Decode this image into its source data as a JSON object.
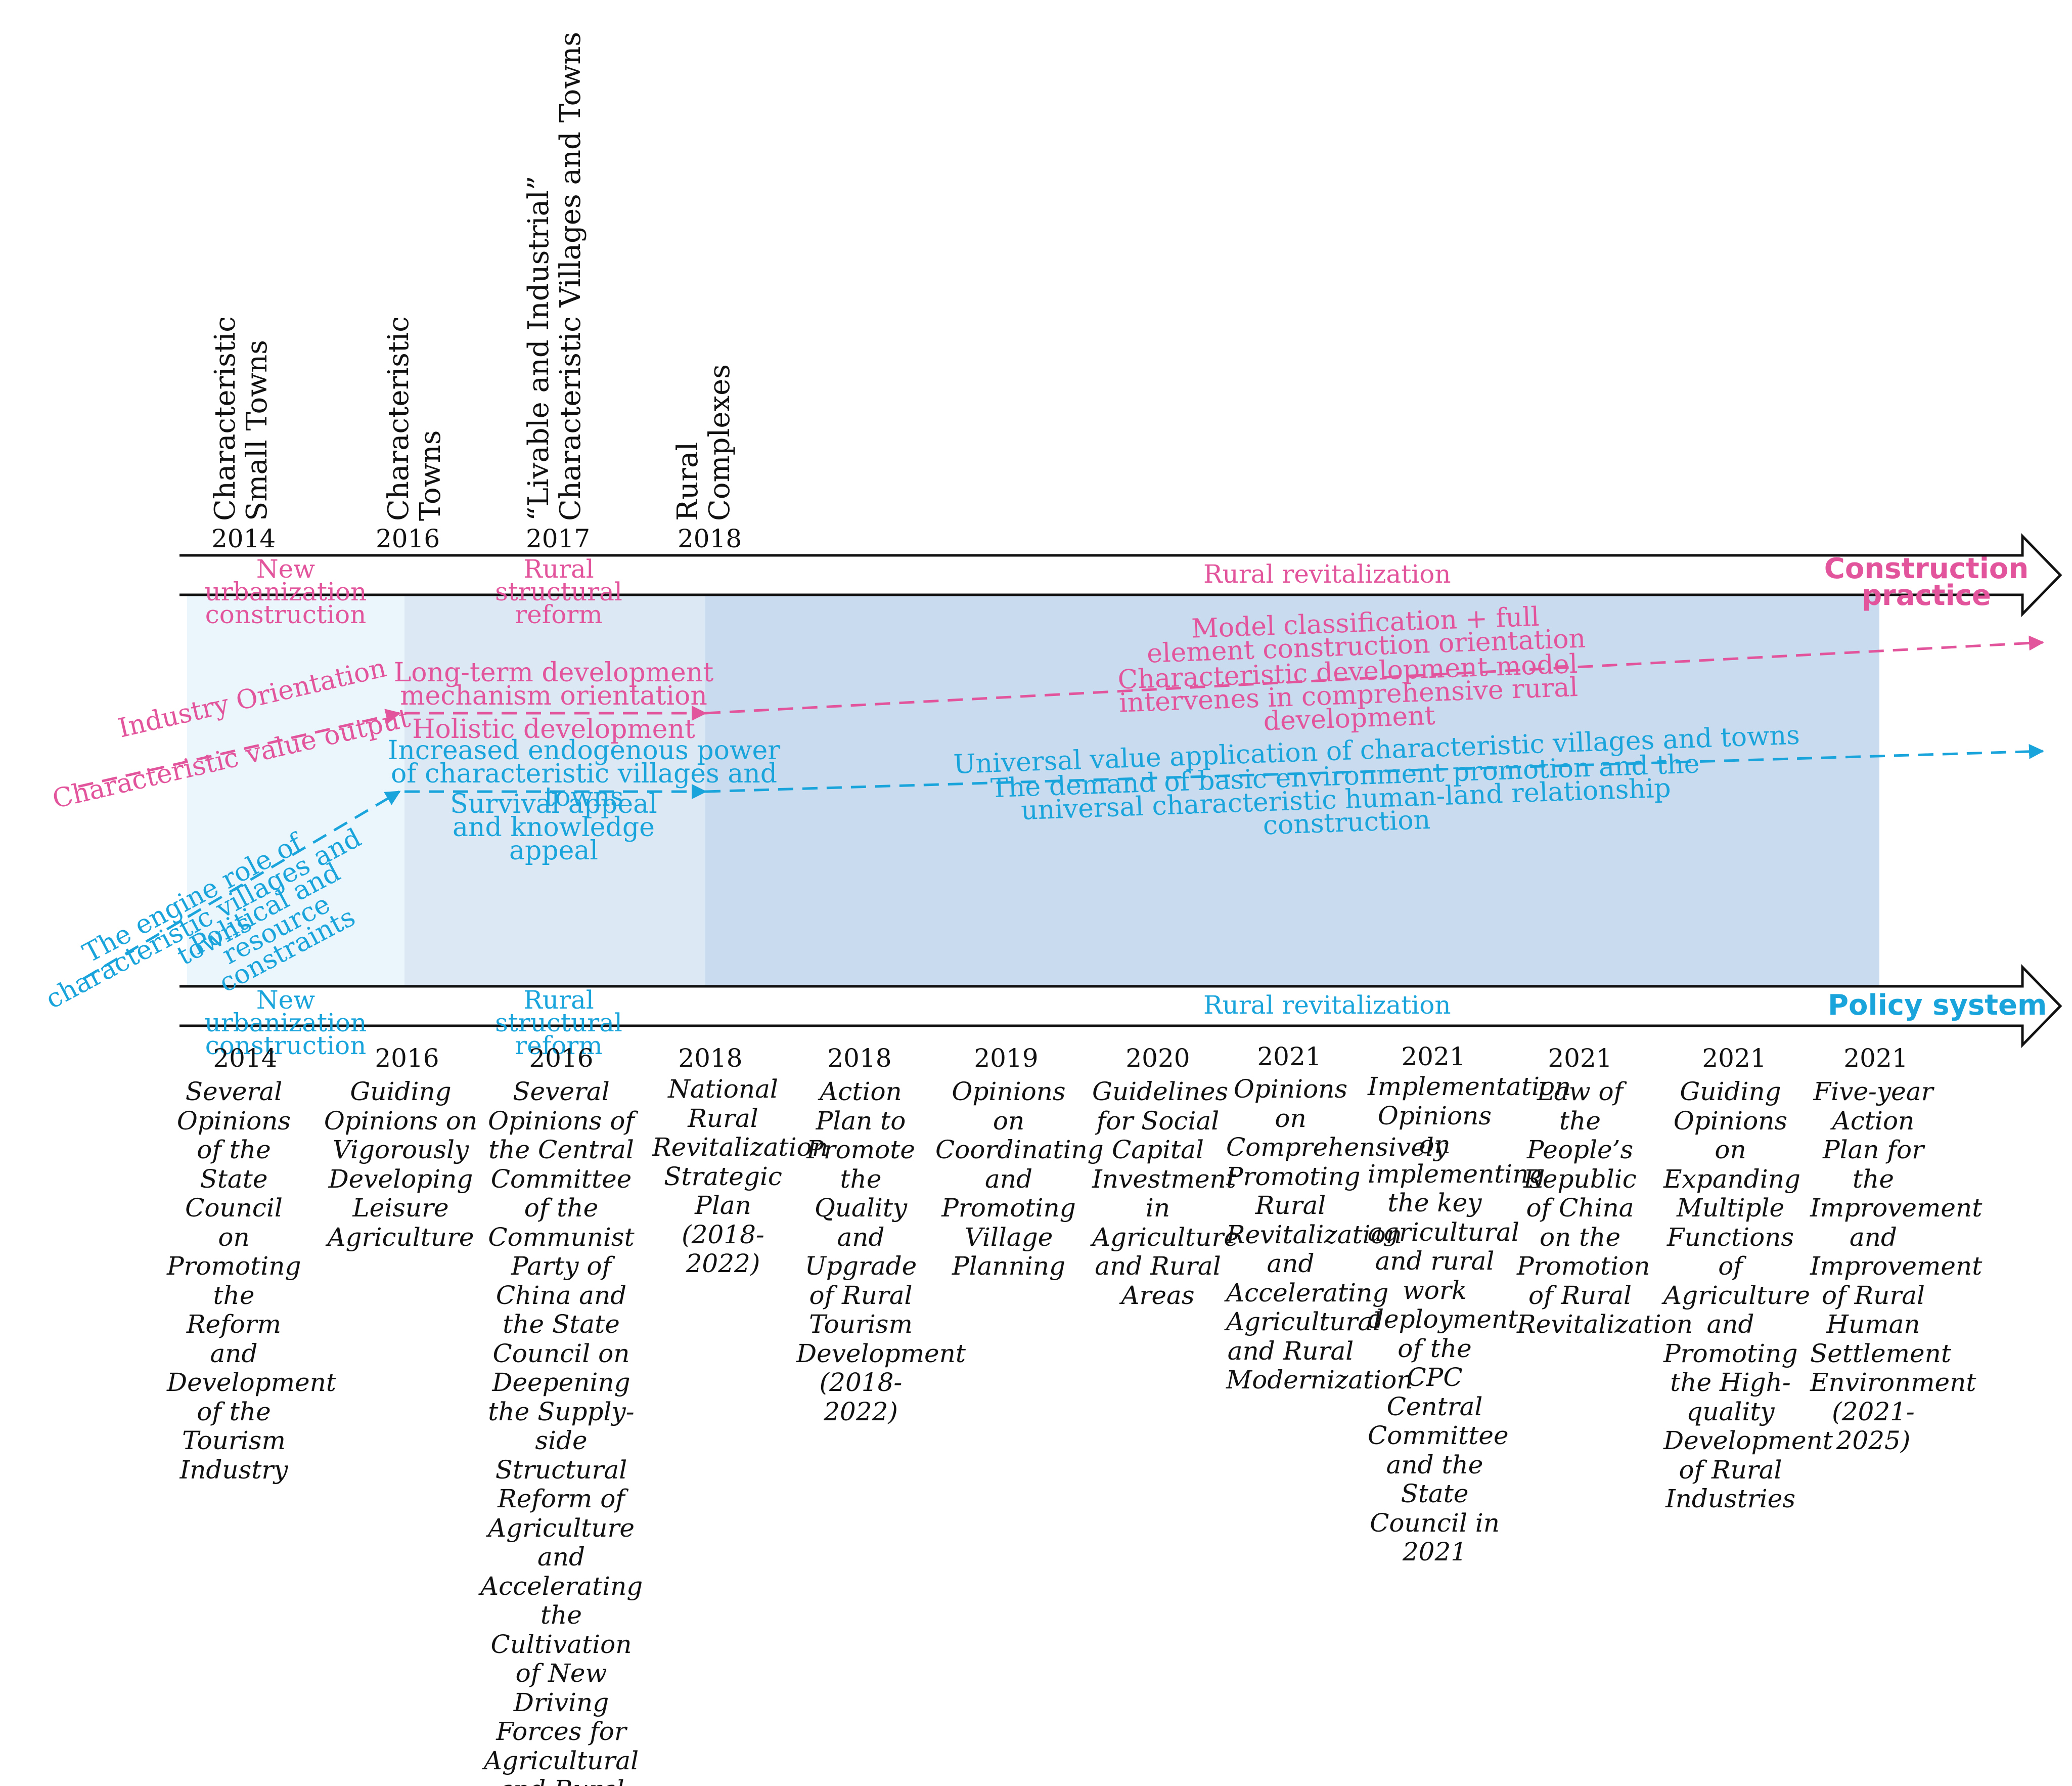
{
  "construction": {
    "title": "Construction practice",
    "eras": [
      "New urbanization construction",
      "Rural structural reform",
      "Rural revitalization"
    ],
    "events": [
      {
        "year": "2014",
        "label": "Characteristic\nSmall Towns"
      },
      {
        "year": "2016",
        "label": "Characteristic\nTowns"
      },
      {
        "year": "2017",
        "label": "“Livable and Industrial”\nCharacteristic Villages and Towns"
      },
      {
        "year": "2018",
        "label": "Rural\nComplexes"
      }
    ]
  },
  "policy": {
    "title": "Policy system",
    "eras": [
      "New urbanization construction",
      "Rural structural reform",
      "Rural revitalization"
    ],
    "documents": [
      {
        "year": "2014",
        "text": "Several Opinions of the State Council on Promoting the Reform and Development of the Tourism Industry"
      },
      {
        "year": "2016",
        "text": "Guiding Opinions on Vigorously Developing Leisure Agriculture"
      },
      {
        "year": "2016",
        "text": "Several Opinions of the Central Committee of the Communist Party of China and the State Council on Deepening the Supply-side Structural Reform of Agriculture and Accelerating the Cultivation of New Driving Forces for Agricultural and Rural Development"
      },
      {
        "year": "2018",
        "text": "National Rural Revitalization Strategic Plan (2018-2022)"
      },
      {
        "year": "2018",
        "text": "Action Plan to Promote the Quality and Upgrade of Rural Tourism Development (2018-2022)"
      },
      {
        "year": "2019",
        "text": "Opinions on Coordinating and Promoting Village Planning"
      },
      {
        "year": "2020",
        "text": "Guidelines for Social Capital Investment in Agriculture and Rural Areas"
      },
      {
        "year": "2021",
        "text": "Opinions on Comprehensively Promoting Rural Revitalization and Accelerating Agricultural and Rural Modernization"
      },
      {
        "year": "2021",
        "text": "Implementation Opinions on implementing the key agricultural and rural work deployment of the CPC Central Committee and the State Council in 2021"
      },
      {
        "year": "2021",
        "text": "Law of the People’s Republic of China on the Promotion of Rural Revitalization"
      },
      {
        "year": "2021",
        "text": "Guiding Opinions on Expanding Multiple Functions of Agriculture and Promoting the High-quality Development of Rural Industries"
      },
      {
        "year": "2021",
        "text": "Five-year Action Plan for the Improvement and Improvement of Rural Human Settlement Environment (2021-2025)"
      }
    ]
  },
  "orientation": {
    "stage1": [
      "Industry Orientation",
      "Characteristic value output"
    ],
    "stage2": [
      "Long-term development mechanism orientation",
      "Holistic development"
    ],
    "stage3": [
      "Model classification + full element construction orientation",
      "Characteristic development model intervenes in comprehensive rural development"
    ]
  },
  "demand": {
    "stage1": [
      "The engine role of characteristic villages and towns",
      "Political and resource constraints"
    ],
    "stage2": [
      "Increased endogenous power of characteristic villages and towns",
      "Survival appeal and knowledge appeal"
    ],
    "stage3": [
      "Universal value application of characteristic villages and towns",
      "The demand of basic environment promotion and the universal characteristic human-land relationship construction"
    ]
  },
  "colors": {
    "magenta": "#e2559c",
    "cyan": "#1aa4dc",
    "band1": "#eaf6fc",
    "band2": "#dce9f5",
    "band3": "#c9dcef"
  }
}
